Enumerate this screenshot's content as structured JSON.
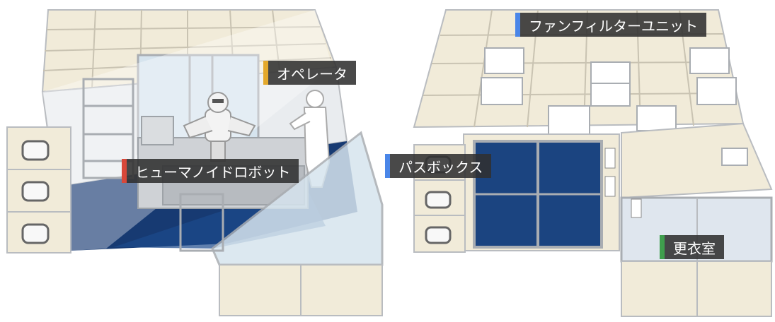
{
  "labels": {
    "operator": "オペレータ",
    "humanoid_robot": "ヒューマノイドロボット",
    "fan_filter_unit": "ファンフィルターユニット",
    "pass_box": "パスボックス",
    "changing_room": "更衣室"
  },
  "colors": {
    "operator": "#e3a82b",
    "humanoid_robot": "#d8483a",
    "fan_filter_unit": "#4a86e8",
    "pass_box": "#4a86e8",
    "changing_room": "#3f9e4d",
    "floor": "#173a72",
    "panel": "#f1ebd9",
    "frame": "#b9bcc0",
    "glass": "#d6e4ee"
  }
}
